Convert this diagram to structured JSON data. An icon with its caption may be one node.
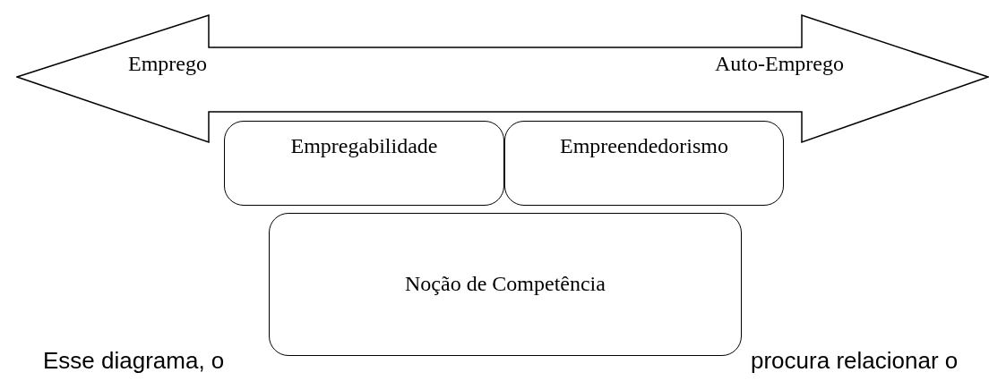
{
  "diagram": {
    "nodes": [
      {
        "text": [
          "Emprego",
          "Auto-Emprego"
        ]
      },
      {
        "text": [
          "Empregabilidade"
        ]
      },
      {
        "text": [
          "Empreendedorismo"
        ]
      },
      {
        "text": [
          "Noção de Competência"
        ]
      }
    ],
    "labels": [
      "Esse diagrama, o",
      "procura relacionar o"
    ]
  }
}
